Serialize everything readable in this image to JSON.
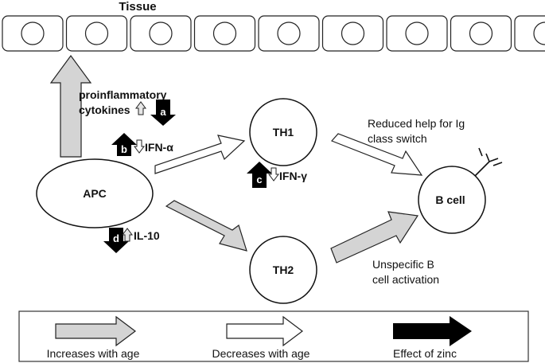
{
  "tissue": {
    "title": "Tissue",
    "cell_count": 9
  },
  "nodes": {
    "apc": "APC",
    "th1": "TH1",
    "th2": "TH2",
    "bcell": "B cell"
  },
  "labels": {
    "proinflammatory_line1": "proinflammatory",
    "proinflammatory_line2": "cytokines",
    "ifn_alpha": "IFN-α",
    "ifn_gamma": "IFN-γ",
    "il10": "IL-10",
    "reduced_help_line1": "Reduced help for Ig",
    "reduced_help_line2": "class switch",
    "unspecific_line1": "Unspecific B",
    "unspecific_line2": "cell activation"
  },
  "badges": {
    "a": "a",
    "b": "b",
    "c": "c",
    "d": "d"
  },
  "legend": {
    "increases": "Increases with age",
    "decreases": "Decreases with age",
    "zinc": "Effect of zinc"
  },
  "colors": {
    "increase_fill": "#d4d4d4",
    "decrease_fill": "#ffffff",
    "zinc_fill": "#000000",
    "stroke": "#222222"
  }
}
